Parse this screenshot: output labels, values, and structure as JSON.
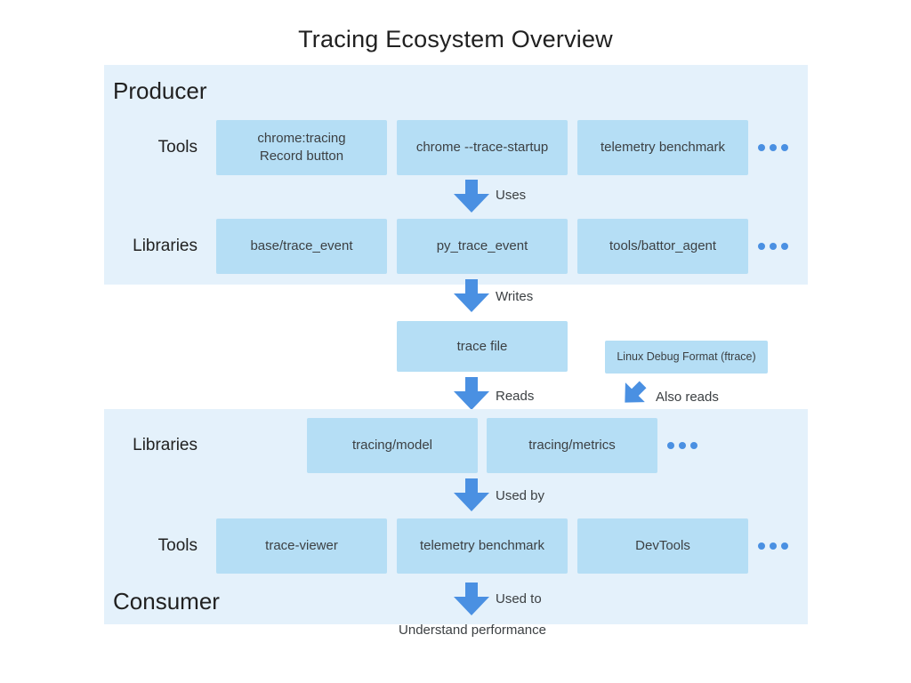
{
  "title": "Tracing Ecosystem Overview",
  "producer": {
    "heading": "Producer",
    "tools": {
      "label": "Tools",
      "boxes": [
        "chrome:tracing\nRecord button",
        "chrome --trace-startup",
        "telemetry benchmark"
      ],
      "more_icon": "ellipsis-dots"
    },
    "uses_arrow_label": "Uses",
    "libraries": {
      "label": "Libraries",
      "boxes": [
        "base/trace_event",
        "py_trace_event",
        "tools/battor_agent"
      ],
      "more_icon": "ellipsis-dots"
    }
  },
  "middle": {
    "writes_arrow_label": "Writes",
    "trace_file_box": "trace file",
    "linux_debug_box": "Linux Debug Format (ftrace)",
    "reads_arrow_label": "Reads",
    "also_reads_arrow_label": "Also reads"
  },
  "consumer": {
    "heading": "Consumer",
    "libraries": {
      "label": "Libraries",
      "boxes": [
        "tracing/model",
        "tracing/metrics"
      ],
      "more_icon": "ellipsis-dots"
    },
    "used_by_arrow_label": "Used by",
    "tools": {
      "label": "Tools",
      "boxes": [
        "trace-viewer",
        "telemetry benchmark",
        "DevTools"
      ],
      "more_icon": "ellipsis-dots"
    },
    "used_to_arrow_label": "Used to",
    "footer_text": "Understand performance"
  },
  "colors": {
    "panel_bg": "#e4f1fb",
    "box_bg": "#b5def5",
    "arrow_blue": "#4a90e2",
    "heading_text": "#212121",
    "body_text": "#3c4043",
    "page_bg": "#ffffff"
  }
}
